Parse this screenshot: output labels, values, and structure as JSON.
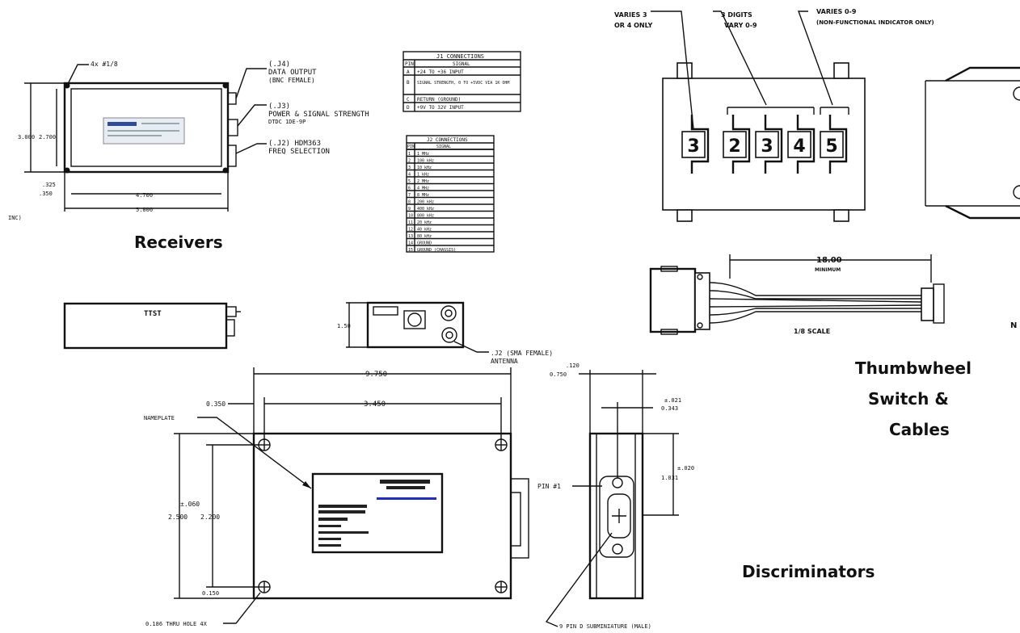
{
  "section_titles": {
    "receivers": "Receivers",
    "thumbwheel_1": "Thumbwheel",
    "thumbwheel_2": "Switch &",
    "thumbwheel_3": "Cables",
    "discriminators": "Discriminators"
  },
  "receiver": {
    "hole_label": "4x #1/8",
    "out1_a": "(.J4)",
    "out1_b": "DATA OUTPUT",
    "out1_c": "(BNC FEMALE)",
    "out2_a": "(.J3)",
    "out2_b": "POWER & SIGNAL STRENGTH",
    "out2_c": "DTDC 1DE-9P",
    "out3_a": "(.J2) HDM363",
    "out3_b": "FREQ SELECTION",
    "dim_h1": "3.000",
    "dim_h2": "2.700",
    "dim_offset": ".325",
    "dim_left": ".350",
    "dim_inner_w": "4.700",
    "dim_outer_w": "5.000",
    "margin_note": "INC)",
    "side_label": "TTST",
    "end_dim": "1.50",
    "antenna_a": ".J2 (SMA FEMALE)",
    "antenna_b": "ANTENNA"
  },
  "table_j1": {
    "title": "J1 CONNECTIONS",
    "headers": [
      "PIN",
      "SIGNAL"
    ],
    "rows": [
      [
        "A",
        "+24 TO +36 INPUT"
      ],
      [
        "B",
        "SIGNAL STRENGTH, 0 TO +5VDC VIA 1K OHM"
      ],
      [
        "C",
        "RETURN (GROUND)"
      ],
      [
        "D",
        "+9V TO 32V INPUT"
      ]
    ]
  },
  "table_j2": {
    "title": "J2 CONNECTIONS",
    "headers": [
      "PIN",
      "SIGNAL"
    ],
    "rows": [
      [
        "1",
        "1 MHz"
      ],
      [
        "2",
        "100 kHz"
      ],
      [
        "3",
        "10 kHz"
      ],
      [
        "4",
        "1 kHz"
      ],
      [
        "5",
        "2 MHz"
      ],
      [
        "6",
        "4 MHz"
      ],
      [
        "7",
        "8 MHz"
      ],
      [
        "8",
        "200 kHz"
      ],
      [
        "9",
        "400 kHz"
      ],
      [
        "10",
        "800 kHz"
      ],
      [
        "11",
        "20 kHz"
      ],
      [
        "12",
        "40 kHz"
      ],
      [
        "13",
        "80 kHz"
      ],
      [
        "14",
        "GROUND"
      ],
      [
        "15",
        "GROUND (CHASSIS)"
      ]
    ]
  },
  "thumbwheel": {
    "callout1_a": "VARIES 3",
    "callout1_b": "OR 4 ONLY",
    "callout2_a": "3 DIGITS",
    "callout2_b": "VARY 0-9",
    "callout3_a": "VARIES 0-9",
    "callout3_b": "(NON-FUNCTIONAL INDICATOR ONLY)",
    "digits": [
      "3",
      "2",
      "3",
      "4",
      "5"
    ],
    "cable_len": "18.00",
    "cable_len_note": "MINIMUM",
    "scale": "1/8 SCALE",
    "edge_letter": "N"
  },
  "discriminator": {
    "dim_total": "9.750",
    "dim_hole_spacing": "3.450",
    "dim_left": "0.350",
    "dim_tol": "±.060",
    "dim_height": "2.500",
    "dim_hole_h": "2.200",
    "dim_bottom": "0.150",
    "nameplate": "NAMEPLATE",
    "hole_note": "0.186 THRU HOLE 4X",
    "side_top1": ".120",
    "side_top2": "0.750",
    "side_tol1": "±.021",
    "side_dim1": "0.343",
    "side_tol2": "±.020",
    "side_dim2": "1.031",
    "pin_label": "PIN #1",
    "connector_note": "9 PIN D SUBMINIATURE (MALE)"
  }
}
